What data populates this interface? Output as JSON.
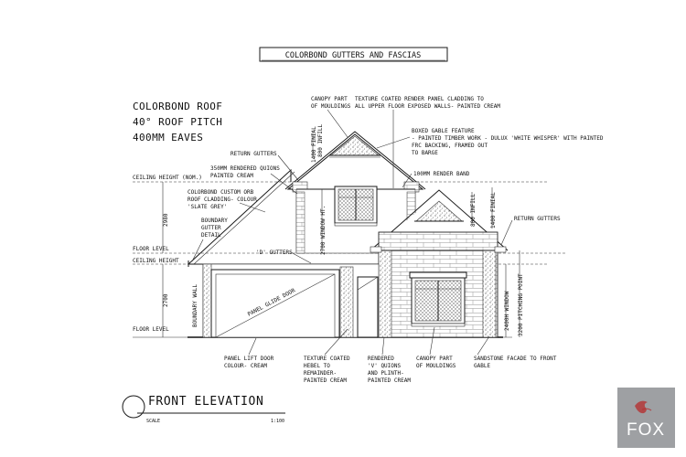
{
  "header": {
    "title": "COLORBOND GUTTERS AND FASCIAS"
  },
  "roof_notes": [
    "COLORBOND ROOF",
    "40° ROOF PITCH",
    "400MM EAVES"
  ],
  "callouts": {
    "canopy_top": [
      "CANOPY PART",
      "OF MOULDINGS"
    ],
    "texture_top": [
      "TEXTURE COATED RENDER PANEL CLADDING TO",
      "ALL UPPER FLOOR EXPOSED WALLS- PAINTED CREAM"
    ],
    "boxed_gable": [
      "BOXED GABLE FEATURE",
      "- PAINTED TIMBER WORK - DULUX 'WHITE WHISPER' WITH PAINTED",
      "FRC BACKING, FRAMED OUT",
      "TO BARGE"
    ],
    "return_gutters_left": "RETURN GUTTERS",
    "quoins": [
      "350MM RENDERED QUIONS",
      "PAINTED CREAM"
    ],
    "render_band": "100MM RENDER BAND",
    "roof_cladding": [
      "COLORBOND CUSTOM ORB",
      "ROOF CLADDING- COLOUR",
      "'SLATE GREY'"
    ],
    "boundary_gutter": [
      "BOUNDARY",
      "GUTTER",
      "DETAIL"
    ],
    "return_gutters_right": "RETURN GUTTERS",
    "d_gutters": "'D' GUTTERS",
    "panel_lift": [
      "PANEL LIFT DOOR",
      "COLOUR- CREAM"
    ],
    "texture_hebel": [
      "TEXTURE COATED",
      "HEBEL TO",
      "REMAINDER-",
      "PAINTED CREAM"
    ],
    "rendered_v": [
      "RENDERED",
      "'V' QUIONS",
      "AND PLINTH-",
      "PAINTED CREAM"
    ],
    "canopy_bottom": [
      "CANOPY PART",
      "OF MOULDINGS"
    ],
    "sandstone": [
      "SANDSTONE FACADE TO FRONT",
      "GABLE"
    ]
  },
  "levels": {
    "ceiling_upper": "CEILING HEIGHT (NOM.)",
    "floor_upper": "FLOOR LEVEL",
    "ceiling_lower": "CEILING HEIGHT",
    "floor_lower": "FLOOR LEVEL"
  },
  "dimensions": {
    "finial_top": "1400 FINIAL",
    "infill_top": "800 INFILL",
    "upper_height": "2980",
    "window_upper": "2700 WINDOW HT.",
    "lower_height": "2700",
    "infill_right": "800 INFILL",
    "finial_right": "1400 FINIAL",
    "window_lower": "2400H WINDOW",
    "pitching_point": "3200 PITCHING POINT"
  },
  "drawing_labels": {
    "boundary_wall": "BOUNDARY WALL",
    "garage_door": "PANEL GLIDE DOOR"
  },
  "title_block": {
    "title": "FRONT ELEVATION",
    "scale_label": "SCALE",
    "scale_value": "1:100"
  },
  "watermark": {
    "text": "FOX",
    "color": "#8d8f93"
  }
}
